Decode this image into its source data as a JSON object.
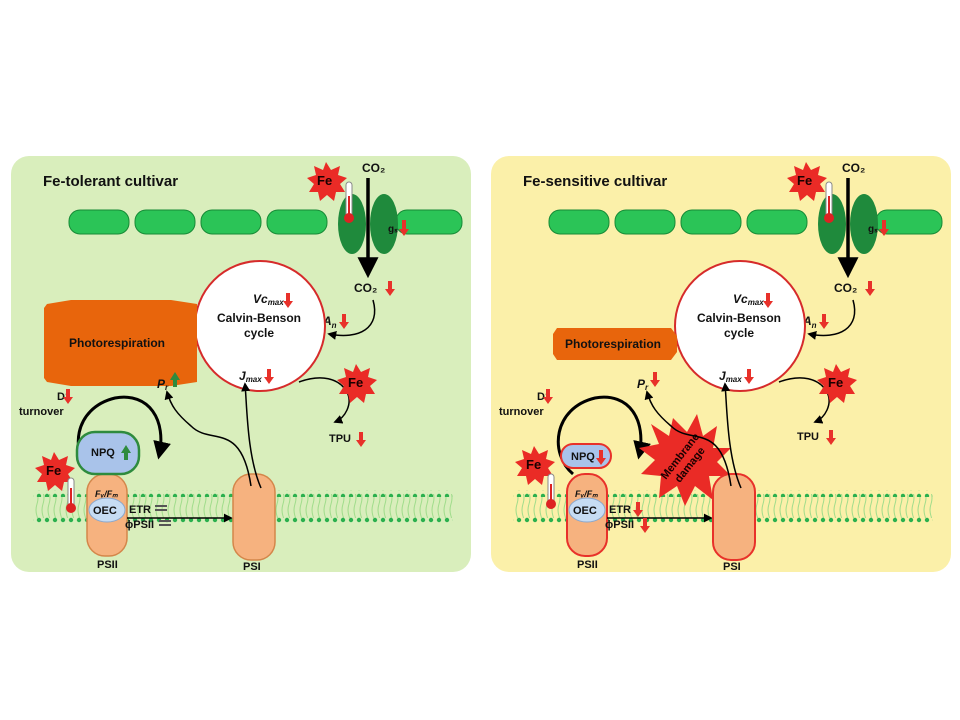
{
  "panels": [
    {
      "title": "Fe-tolerant cultivar",
      "background": "#d9eebc",
      "co2_in": "CO₂",
      "co2_out": "CO₂",
      "gs_label": "gₛ",
      "fe_label": "Fe",
      "vcmax_label": "Vc",
      "vcmax_sub": "max",
      "an_label": "A",
      "an_sub": "n",
      "cycle_line1": "Calvin-Benson",
      "cycle_line2": "cycle",
      "jmax_label": "J",
      "jmax_sub": "max",
      "photorespiration_label": "Photorespiration",
      "pr_label": "P",
      "pr_sub": "r",
      "d1_line1": "D1",
      "d1_line2": "turnover",
      "npq_label": "NPQ",
      "fvfm_label": "Fᵥ/Fₘ",
      "oec_label": "OEC",
      "etr_label": "ETR",
      "phipsii_label": "ϕPSII",
      "psii_label": "PSII",
      "psi_label": "PSI",
      "tpu_label": "TPU",
      "membrane_damage_line1": "",
      "membrane_damage_line2": "",
      "npq_trend": "up",
      "pr_trend": "up",
      "etr_trend": "equal",
      "phipsii_trend": "equal"
    },
    {
      "title": "Fe-sensitive cultivar",
      "background": "#fbf0a9",
      "co2_in": "CO₂",
      "co2_out": "CO₂",
      "gs_label": "gₛ",
      "fe_label": "Fe",
      "vcmax_label": "Vc",
      "vcmax_sub": "max",
      "an_label": "A",
      "an_sub": "n",
      "cycle_line1": "Calvin-Benson",
      "cycle_line2": "cycle",
      "jmax_label": "J",
      "jmax_sub": "max",
      "photorespiration_label": "Photorespiration",
      "pr_label": "P",
      "pr_sub": "r",
      "d1_line1": "D1",
      "d1_line2": "turnover",
      "npq_label": "NPQ",
      "fvfm_label": "Fᵥ/Fₘ",
      "oec_label": "OEC",
      "etr_label": "ETR",
      "phipsii_label": "ϕPSII",
      "psii_label": "PSII",
      "psi_label": "PSI",
      "tpu_label": "TPU",
      "membrane_damage_line1": "Membrane",
      "membrane_damage_line2": "damage",
      "npq_trend": "down",
      "pr_trend": "down",
      "etr_trend": "down",
      "phipsii_trend": "down"
    }
  ],
  "colors": {
    "red": "#e8312a",
    "green_arrow": "#2e8b3e",
    "photorespiration": "#e8650c",
    "psii_fill": "#f6b27f",
    "npq_fill": "#a9c3ea",
    "oec_fill": "#c6dcf3",
    "chloroplast": "#2bc457",
    "stoma": "#1f8a3c",
    "membrane": "#29b34f",
    "cycle_border": "#d62b2b"
  }
}
